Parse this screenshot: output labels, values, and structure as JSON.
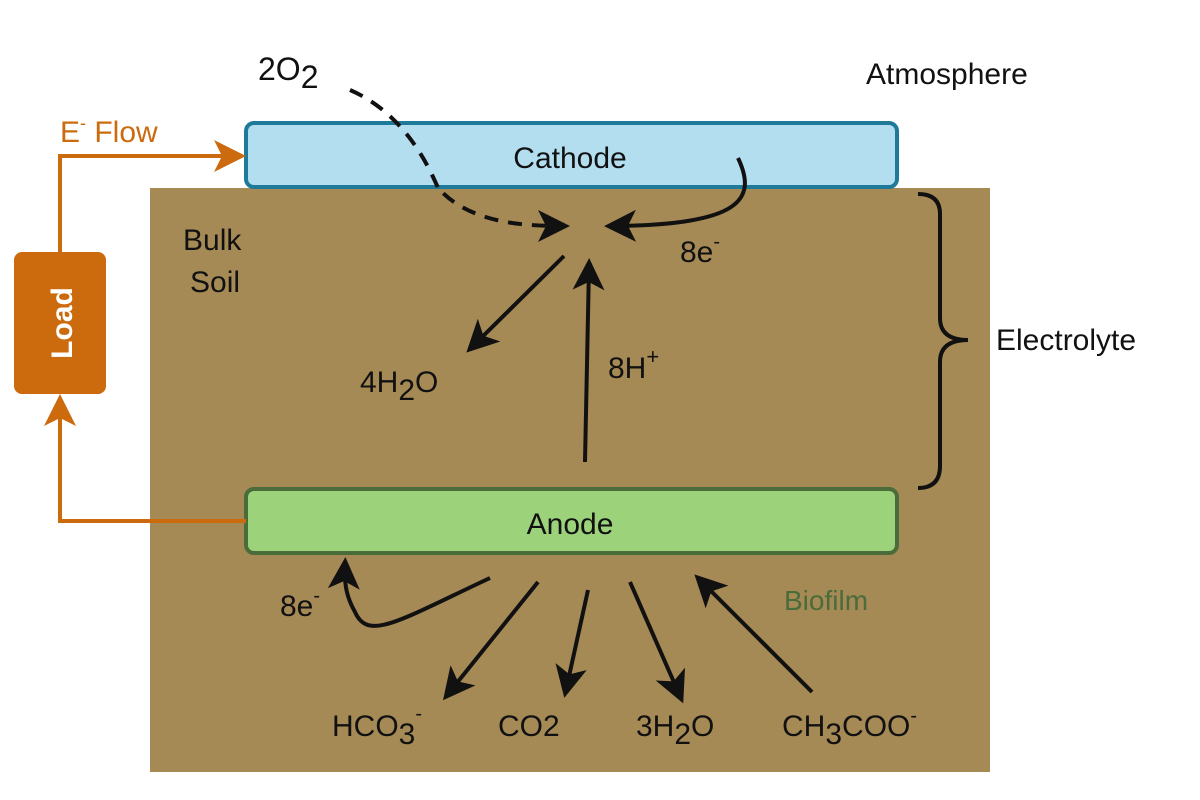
{
  "labels": {
    "oxygen": "2O",
    "oxygen_sub": "2",
    "atmosphere": "Atmosphere",
    "eflow": "E",
    "eflow_sup": "-",
    "eflow_suffix": " Flow",
    "cathode": "Cathode",
    "anode": "Anode",
    "bulk_soil_1": "Bulk",
    "bulk_soil_2": "Soil",
    "load": "Load",
    "electrolyte": "Electrolyte",
    "biofilm": "Biofilm",
    "cathode_electrons": "8e",
    "cathode_electrons_sup": "-",
    "water_pre": "4H",
    "water_sub": "2",
    "water_post": "O",
    "protons": "8H",
    "protons_sup": "+",
    "anode_electrons": "8e",
    "anode_electrons_sup": "-",
    "bicarbonate_pre": "HCO",
    "bicarbonate_sub": "3",
    "bicarbonate_sup": "-",
    "co2": "CO2",
    "water3_pre": "3H",
    "water3_sub": "2",
    "water3_post": "O",
    "acetate_pre": "CH",
    "acetate_sub": "3",
    "acetate_post": "COO",
    "acetate_sup": "-"
  },
  "colors": {
    "soil": "#a68a55",
    "cathode_fill": "#b2def0",
    "cathode_stroke": "#1f7a99",
    "anode_fill": "#9bd27a",
    "anode_stroke": "#4a6b3a",
    "load_fill": "#cc6a0e",
    "flow": "#cc6a0e",
    "biofilm_text": "#4a6b3a",
    "arrow": "#111111"
  }
}
